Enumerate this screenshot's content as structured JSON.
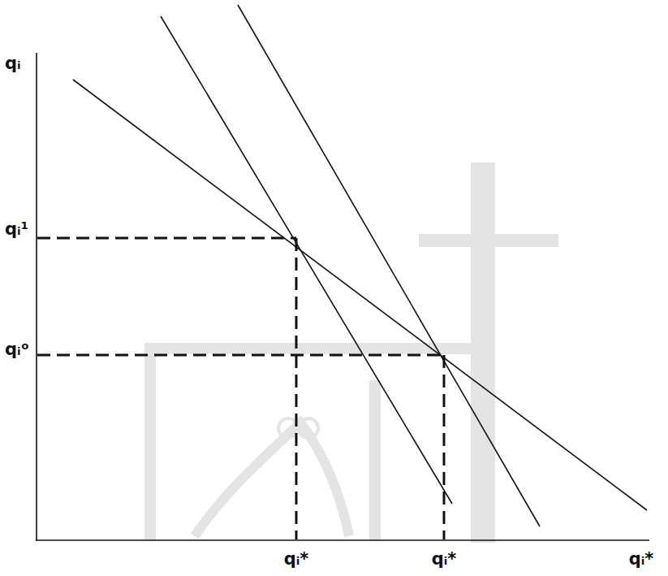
{
  "diagram": {
    "labels": [
      "qᵢ",
      "qᵢ¹",
      "qᵢᵒ",
      "qᵢ*",
      "qᵢ*",
      "qᵢ*"
    ]
  }
}
